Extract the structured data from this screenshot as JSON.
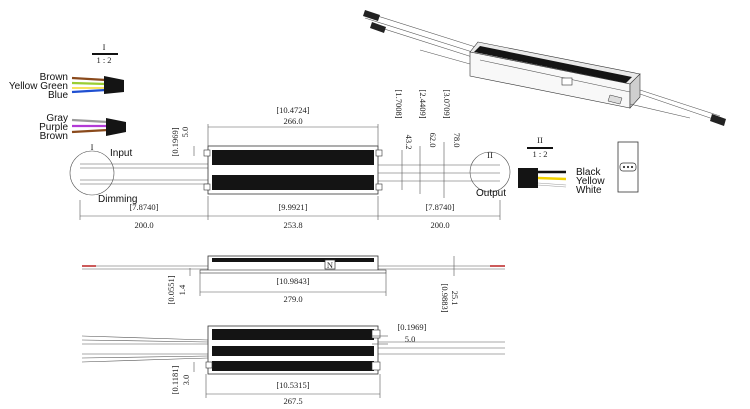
{
  "labels": {
    "input": "Input",
    "dimming": "Dimming",
    "output": "Output",
    "callout_I": "I",
    "callout_II": "II",
    "scale_I": "1 : 2",
    "scale_II": "1 : 2"
  },
  "wires": {
    "input_top": [
      "Brown",
      "Yellow Green",
      "Blue"
    ],
    "input_dim": [
      "Gray",
      "Purple",
      "Brown"
    ],
    "output": [
      "Black",
      "Yellow",
      "White"
    ]
  },
  "colors": {
    "brown": "#8a4a1c",
    "yellow_green": "#9acd32",
    "blue": "#1f4fd1",
    "gray": "#9a9a9a",
    "purple": "#b23ad6",
    "black": "#111111",
    "yellow": "#f2d200",
    "white": "#ffffff",
    "body_dark": "#141414"
  },
  "dims": {
    "top": {
      "len_in": "[10.4724]",
      "len_mm": "266.0",
      "body_in": "[9.9921]",
      "body_mm": "253.8",
      "leadL_in": "[7.8740]",
      "leadL_mm": "200.0",
      "leadR_in": "[7.8740]",
      "leadR_mm": "200.0",
      "v1_in": "[0.1969]",
      "v1_mm": "5.0",
      "v2_in": "[1.7008]",
      "v2_mm": "43.2",
      "v3_in": "[2.4409]",
      "v3_mm": "62.0",
      "v4_in": "[3.0709]",
      "v4_mm": "78.0"
    },
    "side": {
      "len_in": "[10.9843]",
      "len_mm": "279.0",
      "left_in": "[0.0551]",
      "left_mm": "1.4",
      "right_in": "[0.9883]",
      "right_mm": "25.1"
    },
    "bottom": {
      "hole_in": "[0.1969]",
      "hole_mm": "5.0",
      "left_in": "[0.1181]",
      "left_mm": "3.0",
      "len_in": "[10.5315]",
      "len_mm": "267.5"
    }
  }
}
